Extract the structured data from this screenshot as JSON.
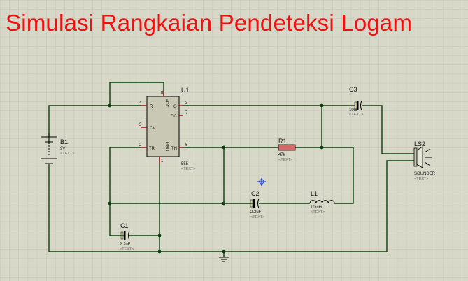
{
  "title": "Simulasi Rangkaian Pendeteksi Logam",
  "colors": {
    "grid_bg": "#d8d8c8",
    "grid_line": "#bdbdad",
    "wire": "#0a3e0a",
    "pin": "#8b0000",
    "title": "#ee1111",
    "cursor": "#2244cc"
  },
  "components": {
    "u1": {
      "ref": "U1",
      "value": "555",
      "text": "<TEXT>",
      "pins": {
        "r": "R",
        "vcc": "VCC",
        "q": "Q",
        "dc": "DC",
        "cv": "CV",
        "tr": "TR",
        "gnd": "GND",
        "th": "TH",
        "n4": "4",
        "n8": "8",
        "n3": "3",
        "n7": "7",
        "n5": "5",
        "n2": "2",
        "n6": "6",
        "n1": "1"
      }
    },
    "b1": {
      "ref": "B1",
      "value": "9V",
      "text": "<TEXT>"
    },
    "r1": {
      "ref": "R1",
      "value": "47k",
      "text": "<TEXT>"
    },
    "c1": {
      "ref": "C1",
      "value": "2.2uF",
      "text": "<TEXT>"
    },
    "c2": {
      "ref": "C2",
      "value": "2.2uF",
      "text": "<TEXT>"
    },
    "c3": {
      "ref": "C3",
      "value": "10uF",
      "text": "<TEXT>"
    },
    "l1": {
      "ref": "L1",
      "value": "10mH",
      "text": "<TEXT>"
    },
    "ls2": {
      "ref": "LS2",
      "value": "SOUNDER",
      "text": "<TEXT>"
    }
  },
  "icons": {
    "ground": "ground-symbol-icon",
    "cursor": "crosshair-cursor-icon"
  }
}
